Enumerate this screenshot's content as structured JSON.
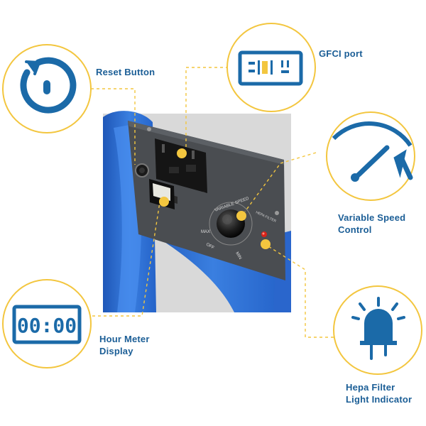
{
  "callouts": {
    "reset": {
      "label": "Reset Button",
      "icon": "reset-arrow-icon"
    },
    "gfci": {
      "label": "GFCI port",
      "icon": "gfci-outlet-icon"
    },
    "speed": {
      "label_line1": "Variable Speed",
      "label_line2": "Control",
      "icon": "speed-gauge-icon"
    },
    "hour": {
      "label_line1": "Hour Meter",
      "label_line2": "Display",
      "icon": "digital-clock-icon",
      "display_value": "00:00"
    },
    "hepa": {
      "label_line1": "Hepa Filter",
      "label_line2": "Light Indicator",
      "icon": "led-light-icon"
    }
  },
  "panel": {
    "knob_label_top": "VARIABLE SPEED",
    "knob_label_max": "MAX",
    "knob_label_min": "MIN",
    "knob_label_off": "OFF",
    "indicator_label": "HEPA FILTER"
  },
  "colors": {
    "circle_border": "#f3c63f",
    "dot": "#f3c63f",
    "icon_blue": "#1b6aa8",
    "label_blue": "#1b5e96",
    "device_blue": "#2d6fd6",
    "panel_grey": "#4a4d51"
  }
}
